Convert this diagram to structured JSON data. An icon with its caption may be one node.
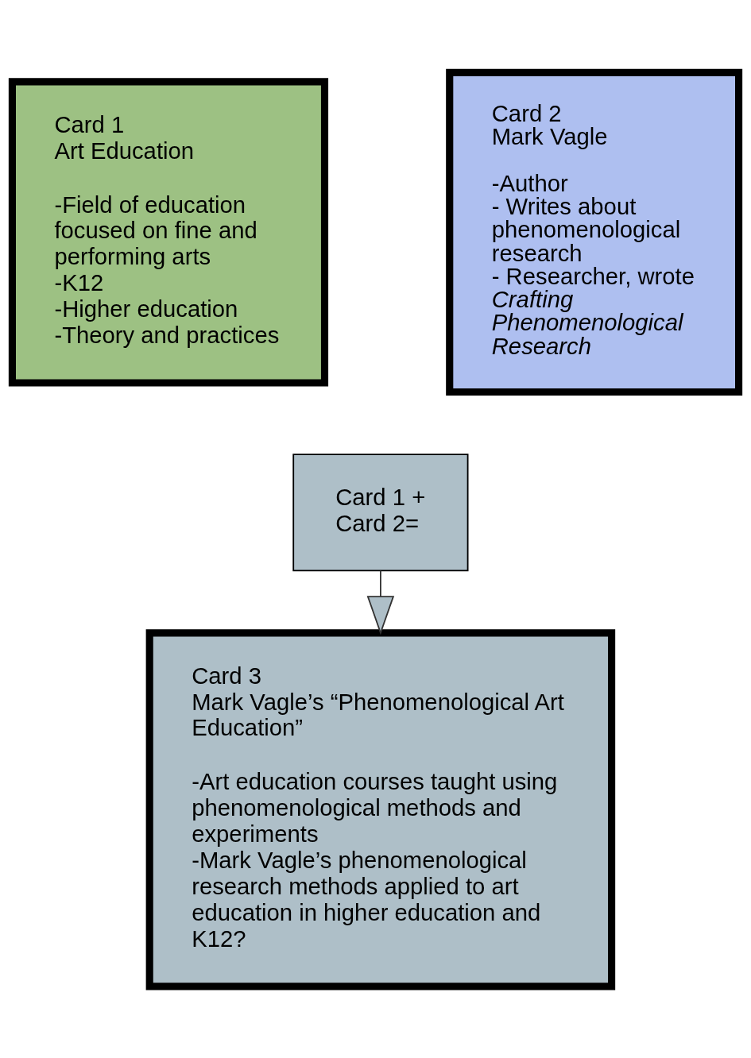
{
  "diagram": {
    "nodes": [
      {
        "text": [
          "Card 1",
          "Art Education",
          "-Field of education focused on fine and performing arts",
          "-K12",
          "-Higher education",
          "-Theory and practices"
        ]
      },
      {
        "text": [
          "Card 2",
          "Mark Vagle",
          "-Author",
          "- Writes about phenomenological research",
          "- Researcher, wrote *Crafting Phenomenological Research*"
        ]
      },
      {
        "text": [
          "Card 1 + Card 2="
        ]
      },
      {
        "text": [
          "Card 3",
          "Mark Vagle’s “Phenomenological Art Education”",
          "-Art education courses taught using phenomenological methods and experiments",
          "-Mark Vagle’s phenomenological research methods applied to art education in higher education and K12?"
        ]
      }
    ],
    "edges": [
      {
        "from": 2,
        "to": 3,
        "arrow": "to"
      }
    ]
  }
}
